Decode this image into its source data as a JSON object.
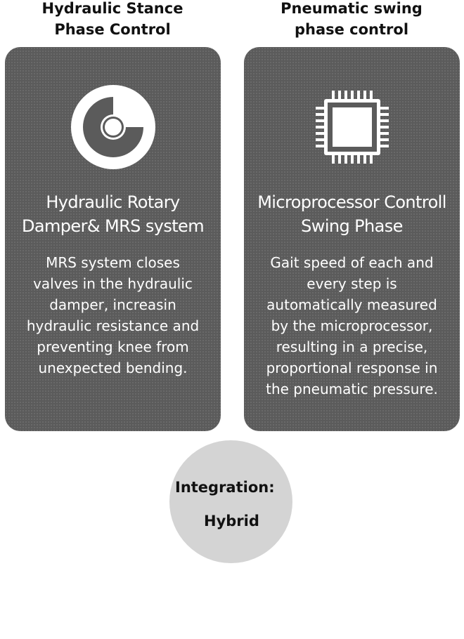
{
  "left_column": {
    "heading": "Hydraulic Stance\nPhase Control",
    "icon": "disc-icon",
    "title": "Hydraulic Rotary\nDamper& MRS system",
    "description": "MRS system closes\nvalves in the hydraulic\ndamper, increasin\nhydraulic resistance and\npreventing knee from\nunexpected bending."
  },
  "right_column": {
    "heading": "Pneumatic swing\nphase control",
    "icon": "microchip-icon",
    "title": "Microprocessor Controll\nSwing Phase",
    "description": "Gait speed of each and\nevery step is\nautomatically measured\nby the microprocessor,\nresulting in a precise,\nproportional response in\nthe pneumatic pressure."
  },
  "integration": {
    "label": "Integration:",
    "value": "Hybrid"
  },
  "colors": {
    "card_background": "#5b5b5b",
    "card_text": "#ffffff",
    "circle_background": "#d4d4d4",
    "heading_text": "#111111"
  }
}
